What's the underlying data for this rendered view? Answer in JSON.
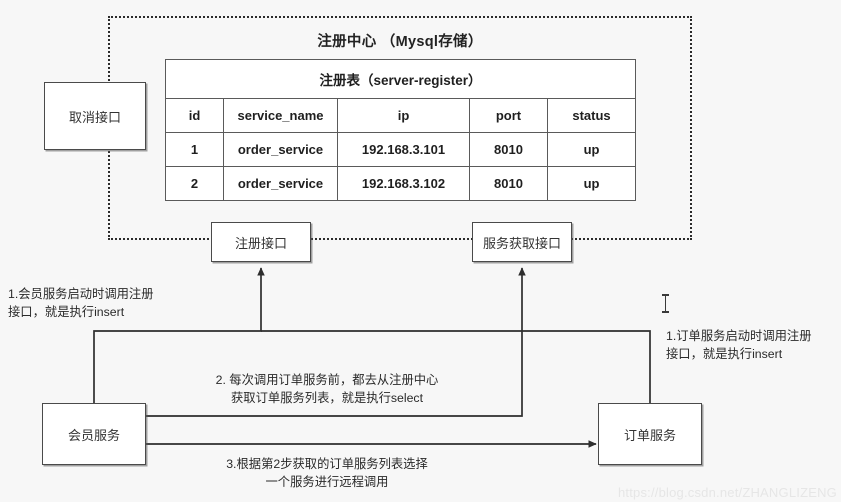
{
  "diagram": {
    "registry": {
      "title": "注册中心 （Mysql存储）",
      "table_caption": "注册表（server-register）",
      "columns": [
        "id",
        "service_name",
        "ip",
        "port",
        "status"
      ],
      "rows": [
        [
          "1",
          "order_service",
          "192.168.3.101",
          "8010",
          "up"
        ],
        [
          "2",
          "order_service",
          "192.168.3.102",
          "8010",
          "up"
        ]
      ]
    },
    "boxes": {
      "cancel_interface": "取消接口",
      "register_interface": "注册接口",
      "fetch_interface": "服务获取接口",
      "member_service": "会员服务",
      "order_service": "订单服务"
    },
    "notes": {
      "note_1": "1.会员服务启动时调用注册\n   接口，就是执行insert",
      "note_2": "2. 每次调用订单服务前，都去从注册中心\n获取订单服务列表，就是执行select",
      "note_3": "3.根据第2步获取的订单服务列表选择\n一个服务进行远程调用",
      "note_4": "1.订单服务启动时调用注册\n  接口，就是执行insert"
    },
    "watermark": "https://blog.csdn.net/ZHANGLIZENG",
    "colors": {
      "background": "#f7f7f7",
      "stroke": "#4a4a4a",
      "dashed_stroke": "#2b2b2b",
      "text": "#2a2a2a",
      "watermark": "#e6e6e6"
    }
  }
}
